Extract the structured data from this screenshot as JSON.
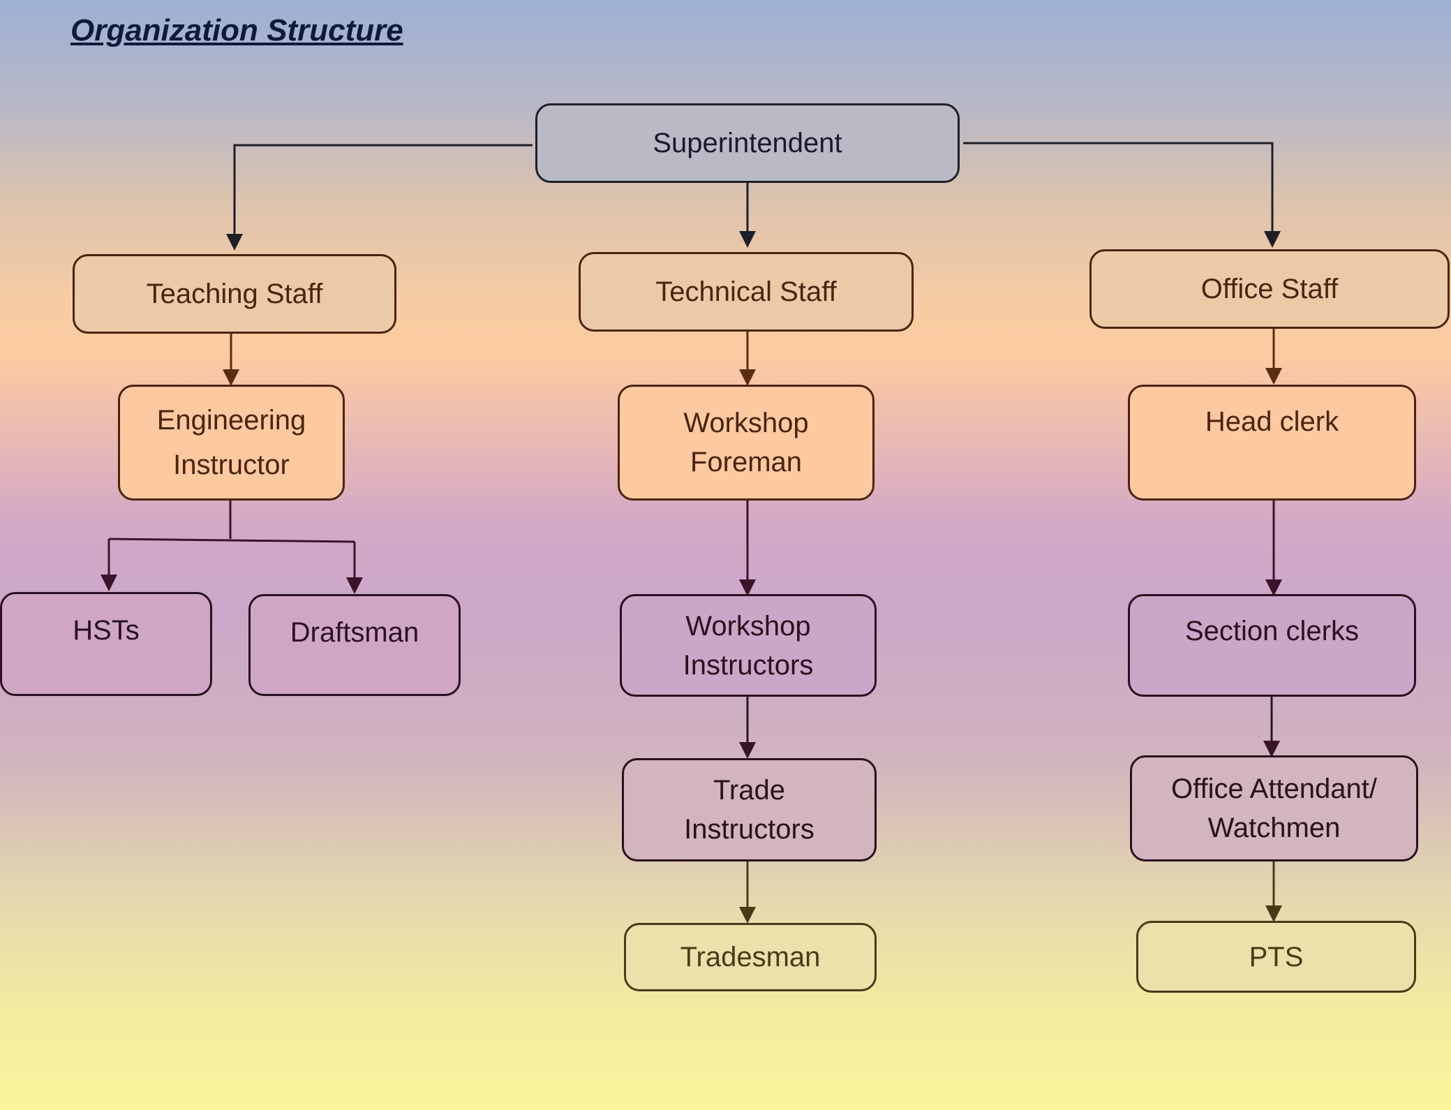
{
  "title": "Organization Structure",
  "colors": {
    "line_top": "#1e1e28",
    "line_mid": "#5a2c10",
    "line_low": "#3a1428",
    "line_bottom": "#4a3a18"
  },
  "nodes": {
    "superintendent": "Superintendent",
    "teaching_staff": "Teaching Staff",
    "technical_staff": "Technical Staff",
    "office_staff": "Office Staff",
    "engineering_instructor": [
      "Engineering",
      "Instructor"
    ],
    "workshop_foreman": [
      "Workshop",
      "Foreman"
    ],
    "head_clerk": "Head clerk",
    "hsts": "HSTs",
    "draftsman": "Draftsman",
    "workshop_instructors": [
      "Workshop",
      "Instructors"
    ],
    "section_clerks": "Section clerks",
    "trade_instructors": [
      "Trade",
      "Instructors"
    ],
    "office_attendant": [
      "Office Attendant/",
      "Watchmen"
    ],
    "tradesman": "Tradesman",
    "pts": "PTS"
  }
}
